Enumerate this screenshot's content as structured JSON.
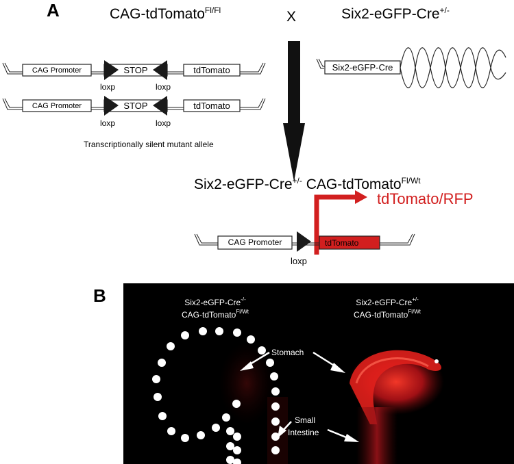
{
  "panel_a": {
    "letter": "A",
    "cross_left": {
      "main": "CAG-tdTomato",
      "sup": "Fl/Fl"
    },
    "cross_symbol": "X",
    "cross_right": {
      "main": "Six2-eGFP-Cre",
      "sup": "+/-"
    },
    "allele_labels": {
      "cag_promoter": "CAG Promoter",
      "stop": "STOP",
      "tdtomato": "tdTomato",
      "loxp": "loxp",
      "six2_cre": "Six2-eGFP-Cre"
    },
    "silent_caption": "Transcriptionally silent mutant allele",
    "offspring": {
      "left_main": "Six2-eGFP-Cre",
      "left_sup": "+/-",
      "right_main": "CAG-tdTomato",
      "right_sup": "Fl/Wt"
    },
    "expression_label": "tdTomato/RFP",
    "colors": {
      "red": "#d21f1f",
      "black": "#1a1a1a"
    }
  },
  "panel_b": {
    "letter": "B",
    "left_genotype": {
      "line1_main": "Six2-eGFP-Cre",
      "line1_sup": "-/-",
      "line2_main": "CAG-tdTomato",
      "line2_sup": "Fl/Wt"
    },
    "right_genotype": {
      "line1_main": "Six2-eGFP-Cre",
      "line1_sup": "+/-",
      "line2_main": "CAG-tdTomato",
      "line2_sup": "Fl/Wt"
    },
    "stomach_label": "Stomach",
    "intestine_label_1": "Small",
    "intestine_label_2": "Intestine",
    "colors": {
      "background": "#000000",
      "fluorescence": "#e0201c"
    }
  }
}
